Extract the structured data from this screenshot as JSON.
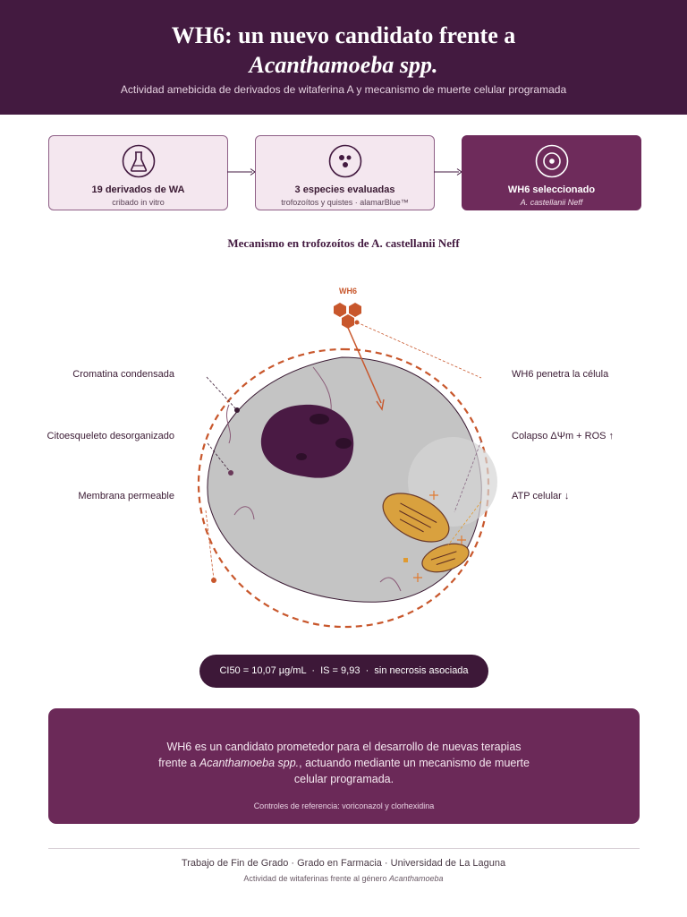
{
  "header": {
    "title_line1": "WH6: un nuevo candidato frente a",
    "title_line2": "Acanthamoeba spp.",
    "subtitle": "Actividad amebicida de derivados de witaferina A y mecanismo de muerte celular programada"
  },
  "steps": [
    {
      "title": "19 derivados de WA",
      "desc": "cribado in vitro",
      "icon": "flask-icon"
    },
    {
      "title": "3 especies evaluadas",
      "desc": "trofozoítos y quistes · alamarBlue™",
      "icon": "cells-icon"
    },
    {
      "title": "WH6 seleccionado",
      "desc": "A. castellanii Neff",
      "icon": "target-icon"
    }
  ],
  "mechanism": {
    "title": "Mecanismo en trofozoítos de A. castellanii Neff",
    "compound_label": "WH6",
    "labels_left": [
      "Cromatina condensada",
      "Citoesqueleto desorganizado",
      "Membrana permeable"
    ],
    "labels_right": [
      "WH6 penetra la célula",
      "Colapso ΔΨm + ROS ↑",
      "ATP celular ↓"
    ]
  },
  "metrics": {
    "ic50": "CI50 = 10,07 µg/mL",
    "si": "IS = 9,93",
    "necrosis": "sin necrosis asociada",
    "separator": "·"
  },
  "conclusion": {
    "text_a": "WH6 es un candidato prometedor para el desarrollo de nuevas terapias frente a ",
    "text_species": "Acanthamoeba spp.",
    "text_b": ", actuando mediante un mecanismo de muerte celular programada.",
    "references": "Controles de referencia: voriconazol y clorhexidina"
  },
  "footer": {
    "line1": "Trabajo de Fin de Grado · Grado en Farmacia · Universidad de La Laguna",
    "line2_prefix": "Actividad de witaferinas frente al género ",
    "line2_genus": "Acanthamoeba"
  },
  "colors": {
    "header_bg": "#431a40",
    "accent": "#6e2b5b",
    "compound": "#c8572c",
    "mitochondria": "#d9a13e",
    "nucleus": "#4a1a44",
    "cytoplasm": "#c4c4c4"
  }
}
